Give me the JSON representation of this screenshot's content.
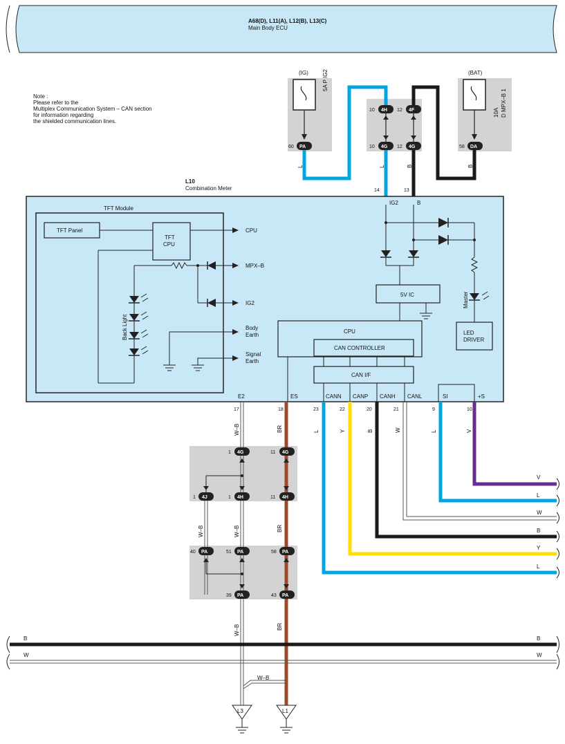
{
  "header": {
    "title": "A68(D), L11(A), L12(B), L13(C)",
    "subtitle": "Main Body ECU"
  },
  "note": [
    "Note :",
    "Please refer to the",
    "Multiplex Communication System – CAN section",
    "for information regarding",
    "the shielded communication lines."
  ],
  "power": {
    "ig_label": "(IG)",
    "ig_fuse": "5A P IG2",
    "bat_label": "(BAT)",
    "bat_fuse_amp": "10A",
    "bat_fuse_name": "D MPX–B 1",
    "ig_pin": "60",
    "ig_plug": "PA",
    "bat_pin": "58",
    "bat_plug": "DA",
    "wire_l": "L",
    "wire_b": "B"
  },
  "junction_top": {
    "left_pin": "10",
    "left_top": "4H",
    "left_bottom": "4G",
    "right_pin": "12",
    "right_top": "4F",
    "right_bottom": "4G"
  },
  "meter": {
    "id": "L10",
    "name": "Combination Meter",
    "pin_ig2": "14",
    "pin_b": "13",
    "lbl_ig2": "IG2",
    "lbl_b": "B",
    "tft_title": "TFT Module",
    "tft_panel": "TFT Panel",
    "tft_cpu_1": "TFT",
    "tft_cpu_2": "CPU",
    "out_cpu": "CPU",
    "out_mpxb": "MPX–B",
    "out_ig2": "IG2",
    "body_earth_1": "Body",
    "body_earth_2": "Earth",
    "signal_earth_1": "Signal",
    "signal_earth_2": "Earth",
    "back_light": "Back Light",
    "ic_5v": "5V IC",
    "cpu": "CPU",
    "can_controller": "CAN CONTROLLER",
    "can_if": "CAN I/F",
    "master": "Master",
    "led_driver_1": "LED",
    "led_driver_2": "DRIVER",
    "bottom_labels": [
      "E2",
      "ES",
      "CANN",
      "CANP",
      "CANH",
      "CANL",
      "SI",
      "+S"
    ],
    "bottom_pins": [
      "17",
      "18",
      "23",
      "22",
      "20",
      "21",
      "9",
      "10"
    ]
  },
  "wires": {
    "e2": "W–B",
    "es": "BR",
    "cann": "L",
    "canp": "Y",
    "canh": "B",
    "canl": "W",
    "si": "L",
    "plus_s": "V"
  },
  "junction_mid": {
    "j1_pin": "1",
    "j1_top": "4G",
    "j11_pin": "11",
    "j11_top": "4G",
    "jl_pin": "1",
    "jl": "4J",
    "jm_pin": "1",
    "jm": "4H",
    "jr_pin": "11",
    "jr": "4H",
    "wb": "W–B",
    "br": "BR"
  },
  "junction_low": {
    "p40": "40",
    "p51": "51",
    "p58": "58",
    "p39": "39",
    "p43": "43",
    "plug": "PA",
    "wb": "W–B",
    "br": "BR"
  },
  "right_wires": [
    "V",
    "L",
    "W",
    "B",
    "Y",
    "L"
  ],
  "bus": {
    "b": "B",
    "w": "W"
  },
  "grounds": {
    "l3": "L3",
    "l1": "L1",
    "wb": "W–B"
  },
  "colors": {
    "bg_box": "#c9e8f7",
    "gray_box": "#d3d3d3",
    "blue": "#00a6e0",
    "black": "#1a1a1a",
    "yellow": "#ffdd00",
    "brown": "#9b4a2b",
    "purple": "#6a2c8f"
  }
}
